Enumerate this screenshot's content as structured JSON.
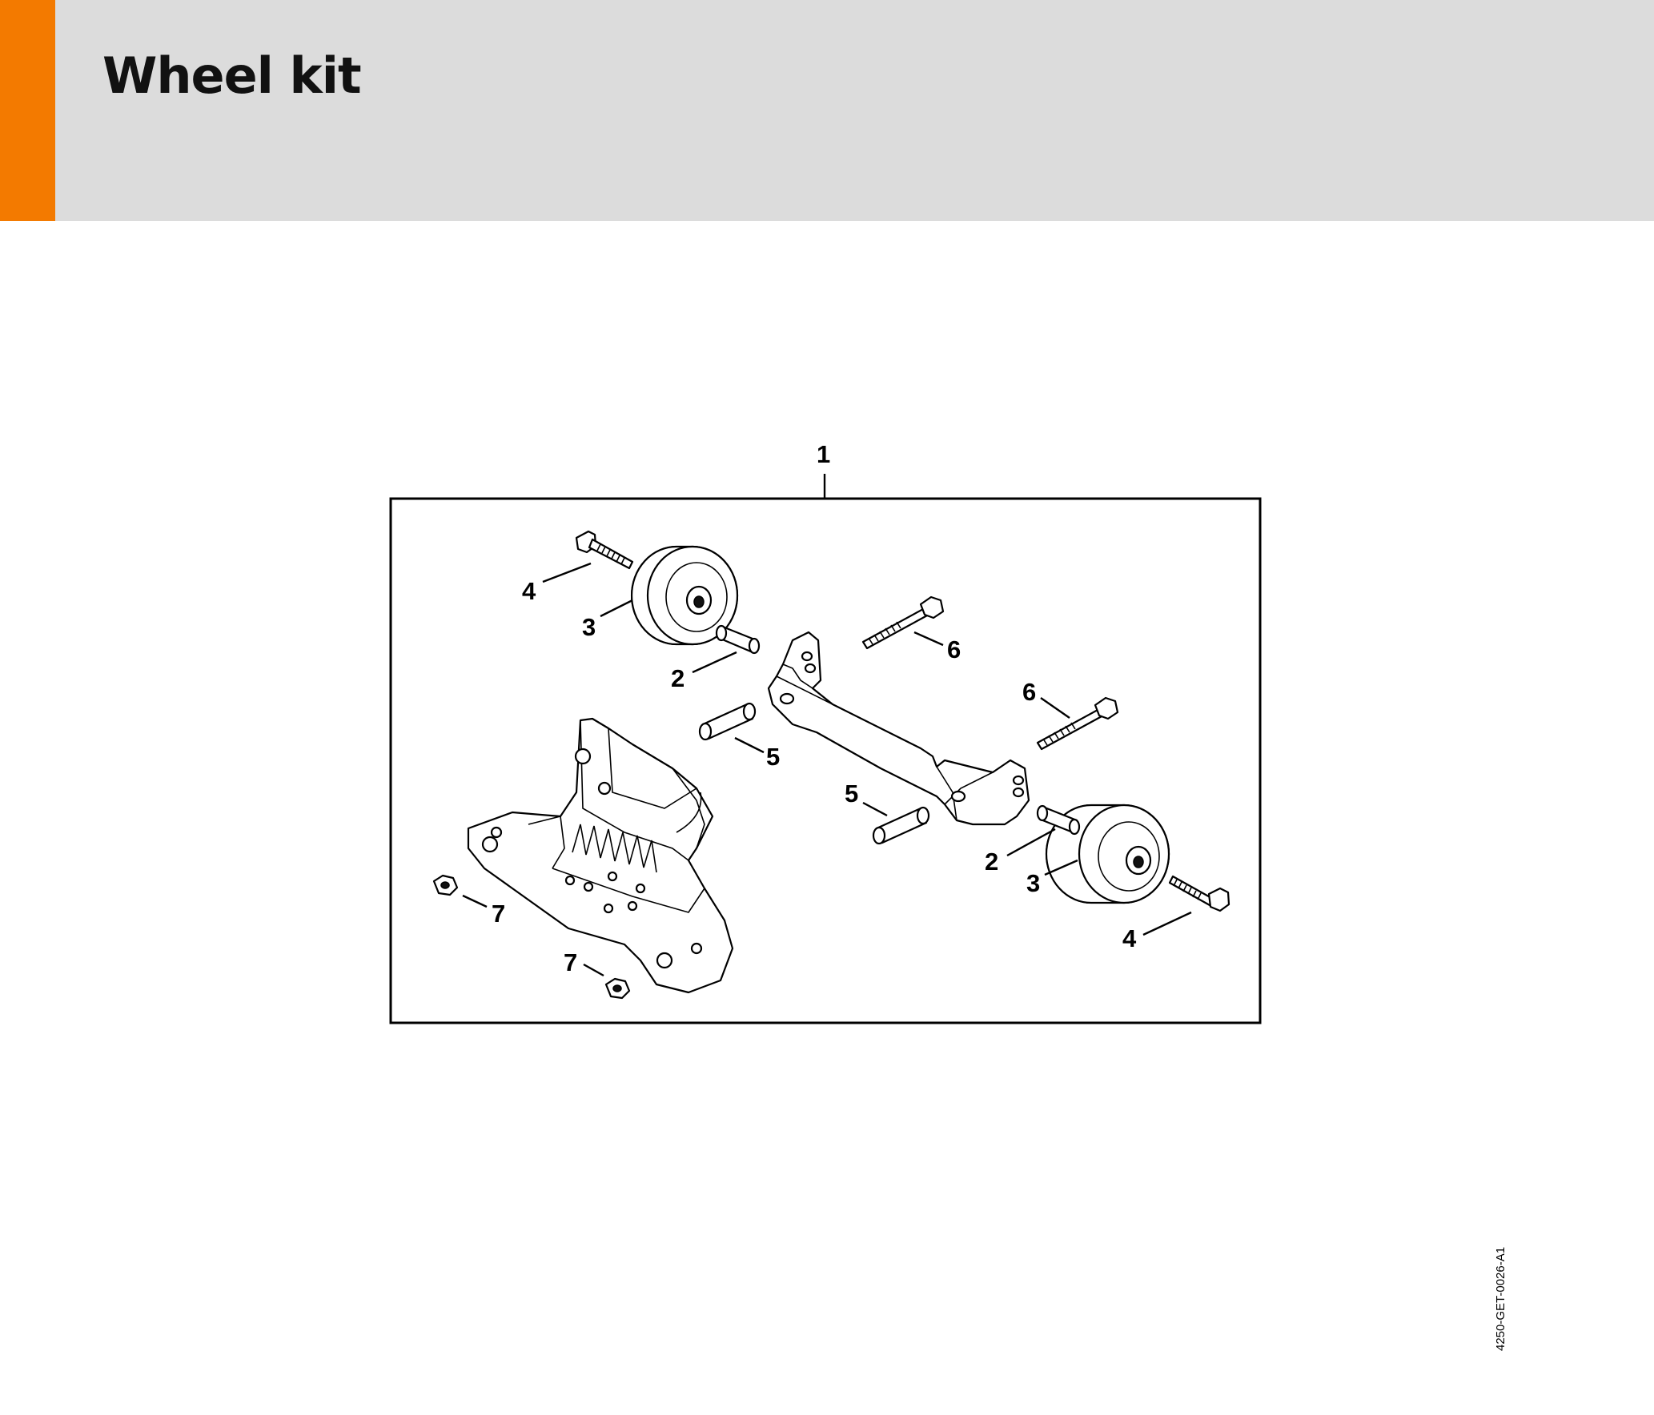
{
  "header": {
    "title": "Wheel kit",
    "accent_color": "#f37a00",
    "background_color": "#dcdcdc"
  },
  "diagram": {
    "callouts": {
      "kit": "1",
      "sleeve_left": "2",
      "sleeve_right": "2",
      "wheel_left": "3",
      "wheel_right": "3",
      "screw_left": "4",
      "screw_right": "4",
      "spacer_left": "5",
      "spacer_right": "5",
      "bolt_top": "6",
      "bolt_right": "6",
      "nut_left": "7",
      "nut_bottom": "7"
    },
    "illustration_code": "4250-GET-0026-A1"
  }
}
